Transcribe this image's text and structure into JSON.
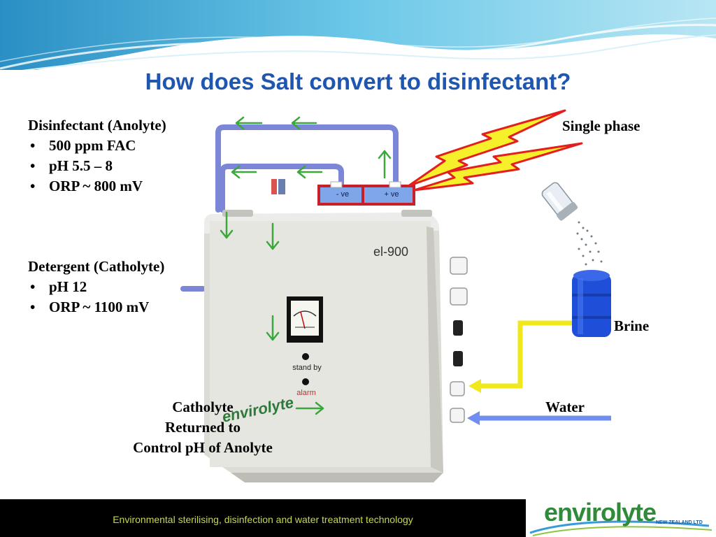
{
  "slide": {
    "title": "How does Salt convert to disinfectant?",
    "anolyte": {
      "heading": "Disinfectant (Anolyte)",
      "bullets": [
        "500 ppm FAC",
        "pH 5.5 – 8",
        "ORP ~ 800 mV"
      ]
    },
    "catholyte": {
      "heading": "Detergent (Catholyte)",
      "bullets": [
        "pH 12",
        "ORP ~ 1100 mV"
      ]
    },
    "labels": {
      "single_phase": "Single phase",
      "brine": "Brine",
      "water": "Water",
      "catholyte_return_1": "Catholyte",
      "catholyte_return_2": "Returned to",
      "catholyte_return_3": "Control pH of Anolyte"
    },
    "device": {
      "model": "el-900",
      "standby": "stand by",
      "alarm": "alarm",
      "brand": "envirolyte",
      "neg_terminal": "- ve",
      "pos_terminal": "+ ve"
    },
    "footer": {
      "tagline": "Environmental sterilising, disinfection and water treatment technology",
      "logo_main": "envirolyte",
      "logo_sub": "NEW ZEALAND LTD"
    }
  },
  "colors": {
    "title": "#1e56b0",
    "pipe": "#7b86d6",
    "arrow": "#3aa83a",
    "bolt_fill": "#f6f02a",
    "bolt_stroke": "#e41e1e",
    "brine_line": "#f0e81a",
    "water_line": "#6f8ef0",
    "drum": "#1f4fd8"
  }
}
